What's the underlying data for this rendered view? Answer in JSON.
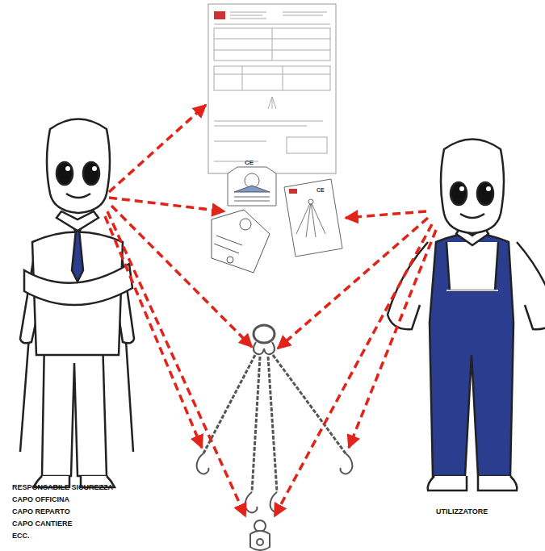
{
  "diagram": {
    "labels": [
      "RESPONSABILE SICUREZZA",
      "CAPO OFFICINA",
      "CAPO REPARTO",
      "CAPO CANTIERE",
      "ECC.",
      "UTILIZZATORE",
      "CE",
      "CE"
    ]
  }
}
